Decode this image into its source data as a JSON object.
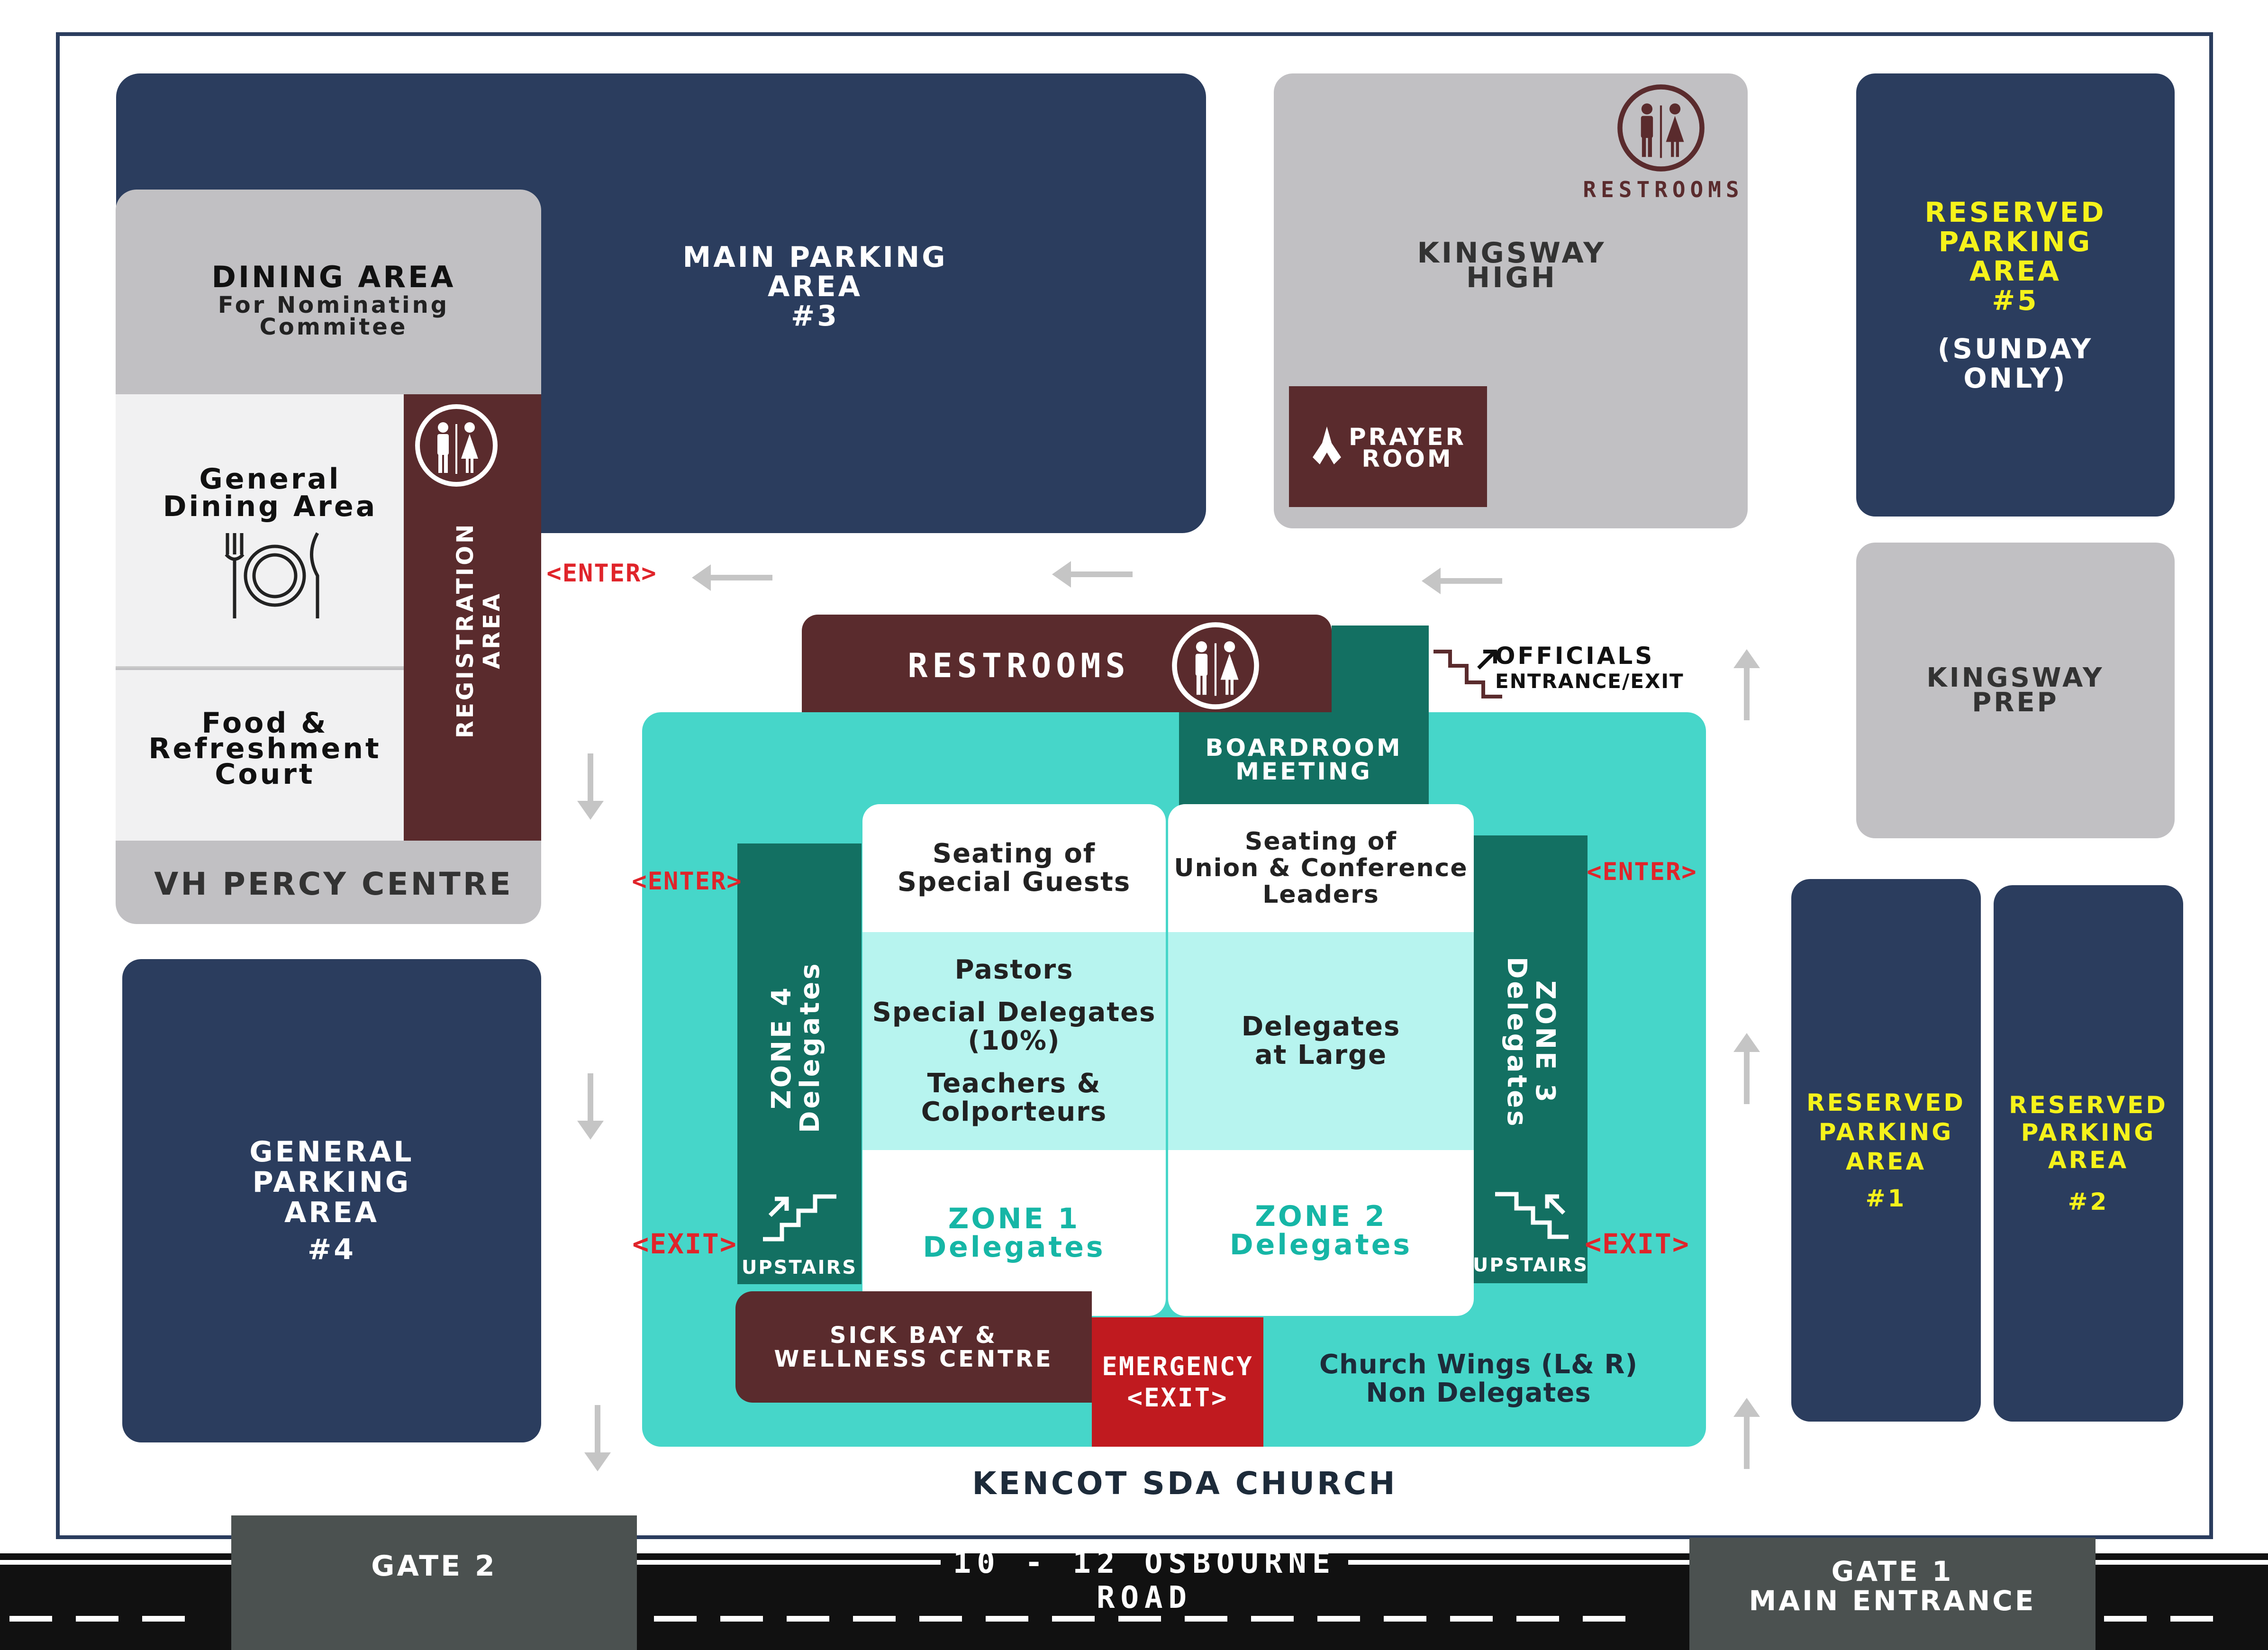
{
  "map": {
    "main_parking": [
      "MAIN PARKING",
      "AREA",
      "#3"
    ],
    "dining_area": {
      "title": "DINING AREA",
      "sub": [
        "For Nominating",
        "Commitee"
      ]
    },
    "general_dining": [
      "General",
      "Dining Area"
    ],
    "food_court": [
      "Food &",
      "Refreshment",
      "Court"
    ],
    "registration": [
      "REGISTRATION",
      "AREA"
    ],
    "vh_percy": "VH PERCY CENTRE",
    "general_parking": [
      "GENERAL",
      "PARKING",
      "AREA",
      "#4"
    ],
    "kingsway_high": [
      "KINGSWAY",
      "HIGH"
    ],
    "restrooms_small": "RESTROOMS",
    "prayer_room": [
      "PRAYER",
      "ROOM"
    ],
    "reserved_5": [
      "RESERVED",
      "PARKING",
      "AREA",
      "#5"
    ],
    "sunday_only": [
      "(SUNDAY",
      "ONLY)"
    ],
    "kingsway_prep": [
      "KINGSWAY",
      "PREP"
    ],
    "reserved_1": [
      "RESERVED",
      "PARKING",
      "AREA",
      "#1"
    ],
    "reserved_2": [
      "RESERVED",
      "PARKING",
      "AREA",
      "#2"
    ],
    "restrooms_big": "RESTROOMS",
    "boardroom": [
      "BOARDROOM",
      "MEETING"
    ],
    "officials": [
      "OFFICIALS",
      "ENTRANCE/EXIT"
    ],
    "enter_label": "<ENTER>",
    "exit_label": "<EXIT>",
    "zone4": [
      "ZONE 4",
      "Delegates"
    ],
    "zone3": [
      "ZONE 3",
      "Delegates"
    ],
    "special_guests": [
      "Seating of",
      "Special Guests"
    ],
    "union_leaders": [
      "Seating of",
      "Union & Conference",
      "Leaders"
    ],
    "pastors": "Pastors",
    "special_delegates": [
      "Special Delegates",
      "(10%)"
    ],
    "teachers": [
      "Teachers &",
      "Colporteurs"
    ],
    "delegates_large": [
      "Delegates",
      "at Large"
    ],
    "zone1": [
      "ZONE 1",
      "Delegates"
    ],
    "zone2": [
      "ZONE 2",
      "Delegates"
    ],
    "upstairs": "UPSTAIRS",
    "sick_bay": [
      "SICK BAY &",
      "WELLNESS CENTRE"
    ],
    "emergency": [
      "EMERGENCY",
      "<EXIT>"
    ],
    "church_wings": [
      "Church Wings (L& R)",
      "Non Delegates"
    ],
    "kencot": "KENCOT SDA CHURCH",
    "gate2": "GATE 2",
    "road": "10 - 12 OSBOURNE ROAD",
    "gate1": [
      "GATE 1",
      "MAIN ENTRANCE"
    ]
  },
  "colors": {
    "navy": "#2b3d5e",
    "grey": "#c1c0c3",
    "maroon": "#5a2b2d",
    "teal_dark": "#137062",
    "teal": "#46d6c9",
    "teal_light": "#b7f4ef",
    "yellow": "#f5f21b",
    "red": "#e0242a",
    "road": "#111111"
  },
  "icons": [
    "restroom-icon",
    "dining-plate-icon",
    "praying-hands-icon",
    "stairs-up-icon",
    "direction-arrow-icon"
  ]
}
